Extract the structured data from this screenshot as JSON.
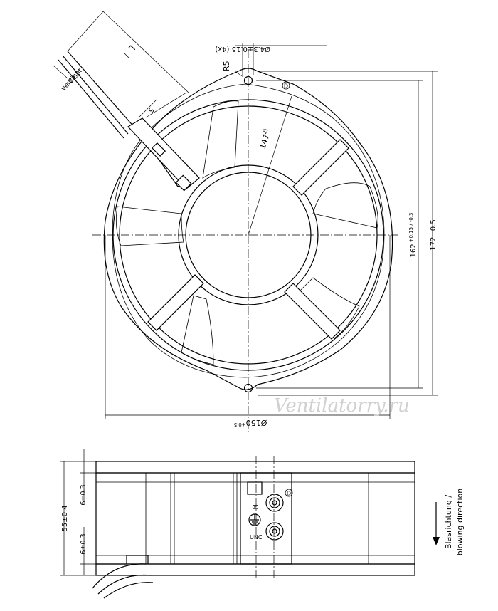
{
  "top_view": {
    "radius_label": "R5",
    "hole_label": "Ø4.3±0.15 (4x)",
    "wire_length_label": "L",
    "wire_tin_label": "6±1",
    "wire_tin_text": "verzinnt",
    "strip_label": "5",
    "diagonal_label": "147",
    "diagonal_note": "2)",
    "height_inner_label": "162",
    "height_inner_tol": "+0.15 / -0.3",
    "height_outer_label": "172±0.5",
    "diameter_label": "Ø150",
    "diameter_tol": "+0.5",
    "marker_symbol": "D"
  },
  "side_view": {
    "total_height_label": "55±0.4",
    "flange_top_label": "6±0.3",
    "flange_bottom_label": "6±0.3",
    "ground_label": "UNC",
    "marker_symbol": "D",
    "arrow_label_de": "Blasrichtung /",
    "arrow_label_en": "blowing direction"
  },
  "watermark": "Ventilatorry.ru"
}
